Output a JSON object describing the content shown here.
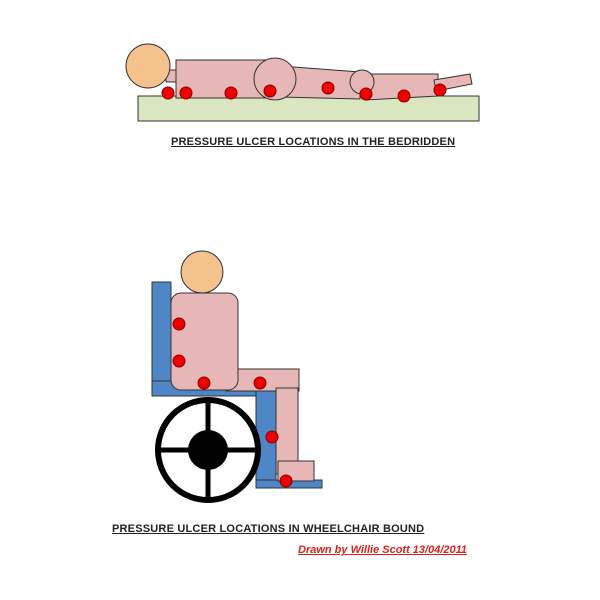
{
  "captions": {
    "bedridden": "PRESSURE ULCER LOCATIONS IN THE BEDRIDDEN",
    "wheelchair": "PRESSURE ULCER LOCATIONS IN WHEELCHAIR BOUND"
  },
  "credit": "Drawn by Willie Scott 13/04/2011",
  "colors": {
    "skin_head": "#f5c18c",
    "skin_body": "#e7b7b7",
    "mattress": "#d9e6c0",
    "chair": "#4f86c6",
    "wheel": "#000000",
    "ulcer_dot": "#ee0000",
    "credit_text": "#e0201a"
  }
}
